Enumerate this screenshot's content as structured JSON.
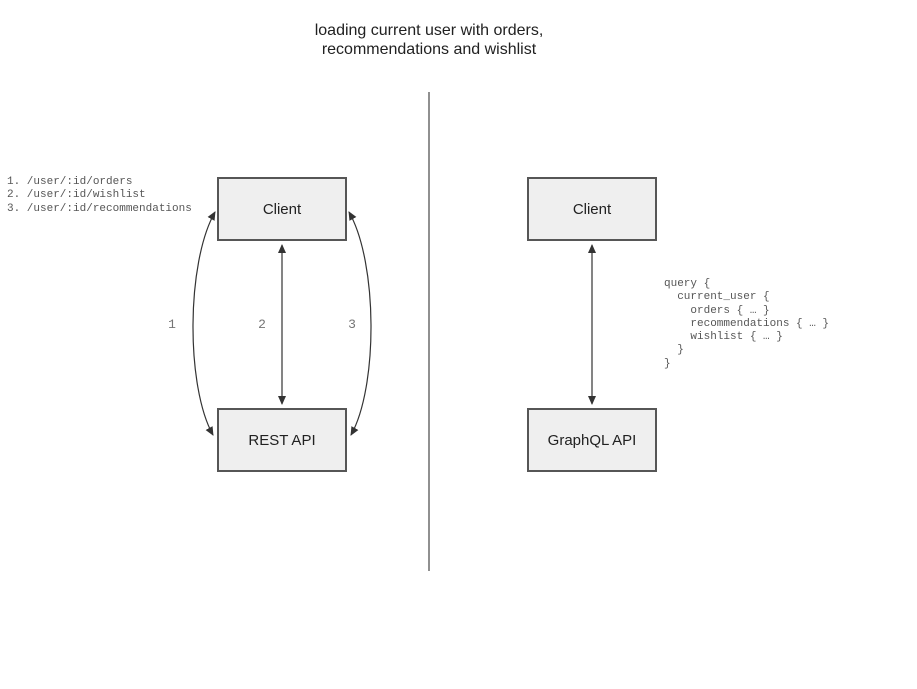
{
  "title_lines": [
    "loading current user with orders,",
    "recommendations and wishlist"
  ],
  "rest_side": {
    "endpoint_list": [
      "1. /user/:id/orders",
      "2. /user/:id/wishlist",
      "3. /user/:id/recommendations"
    ],
    "client_label": "Client",
    "api_label": "REST API",
    "arrow_labels": [
      "1",
      "2",
      "3"
    ]
  },
  "graphql_side": {
    "client_label": "Client",
    "api_label": "GraphQL API",
    "query_lines": [
      "query {",
      "  current_user {",
      "    orders { … }",
      "    recommendations { … }",
      "    wishlist { … }",
      "  }",
      "}"
    ]
  },
  "colors": {
    "node_fill": "#efefef",
    "node_border": "#565656",
    "arrow": "#333333",
    "code_text": "#565656",
    "arrow_label_text": "#757575",
    "title_text": "#212121",
    "divider": "#616161"
  }
}
